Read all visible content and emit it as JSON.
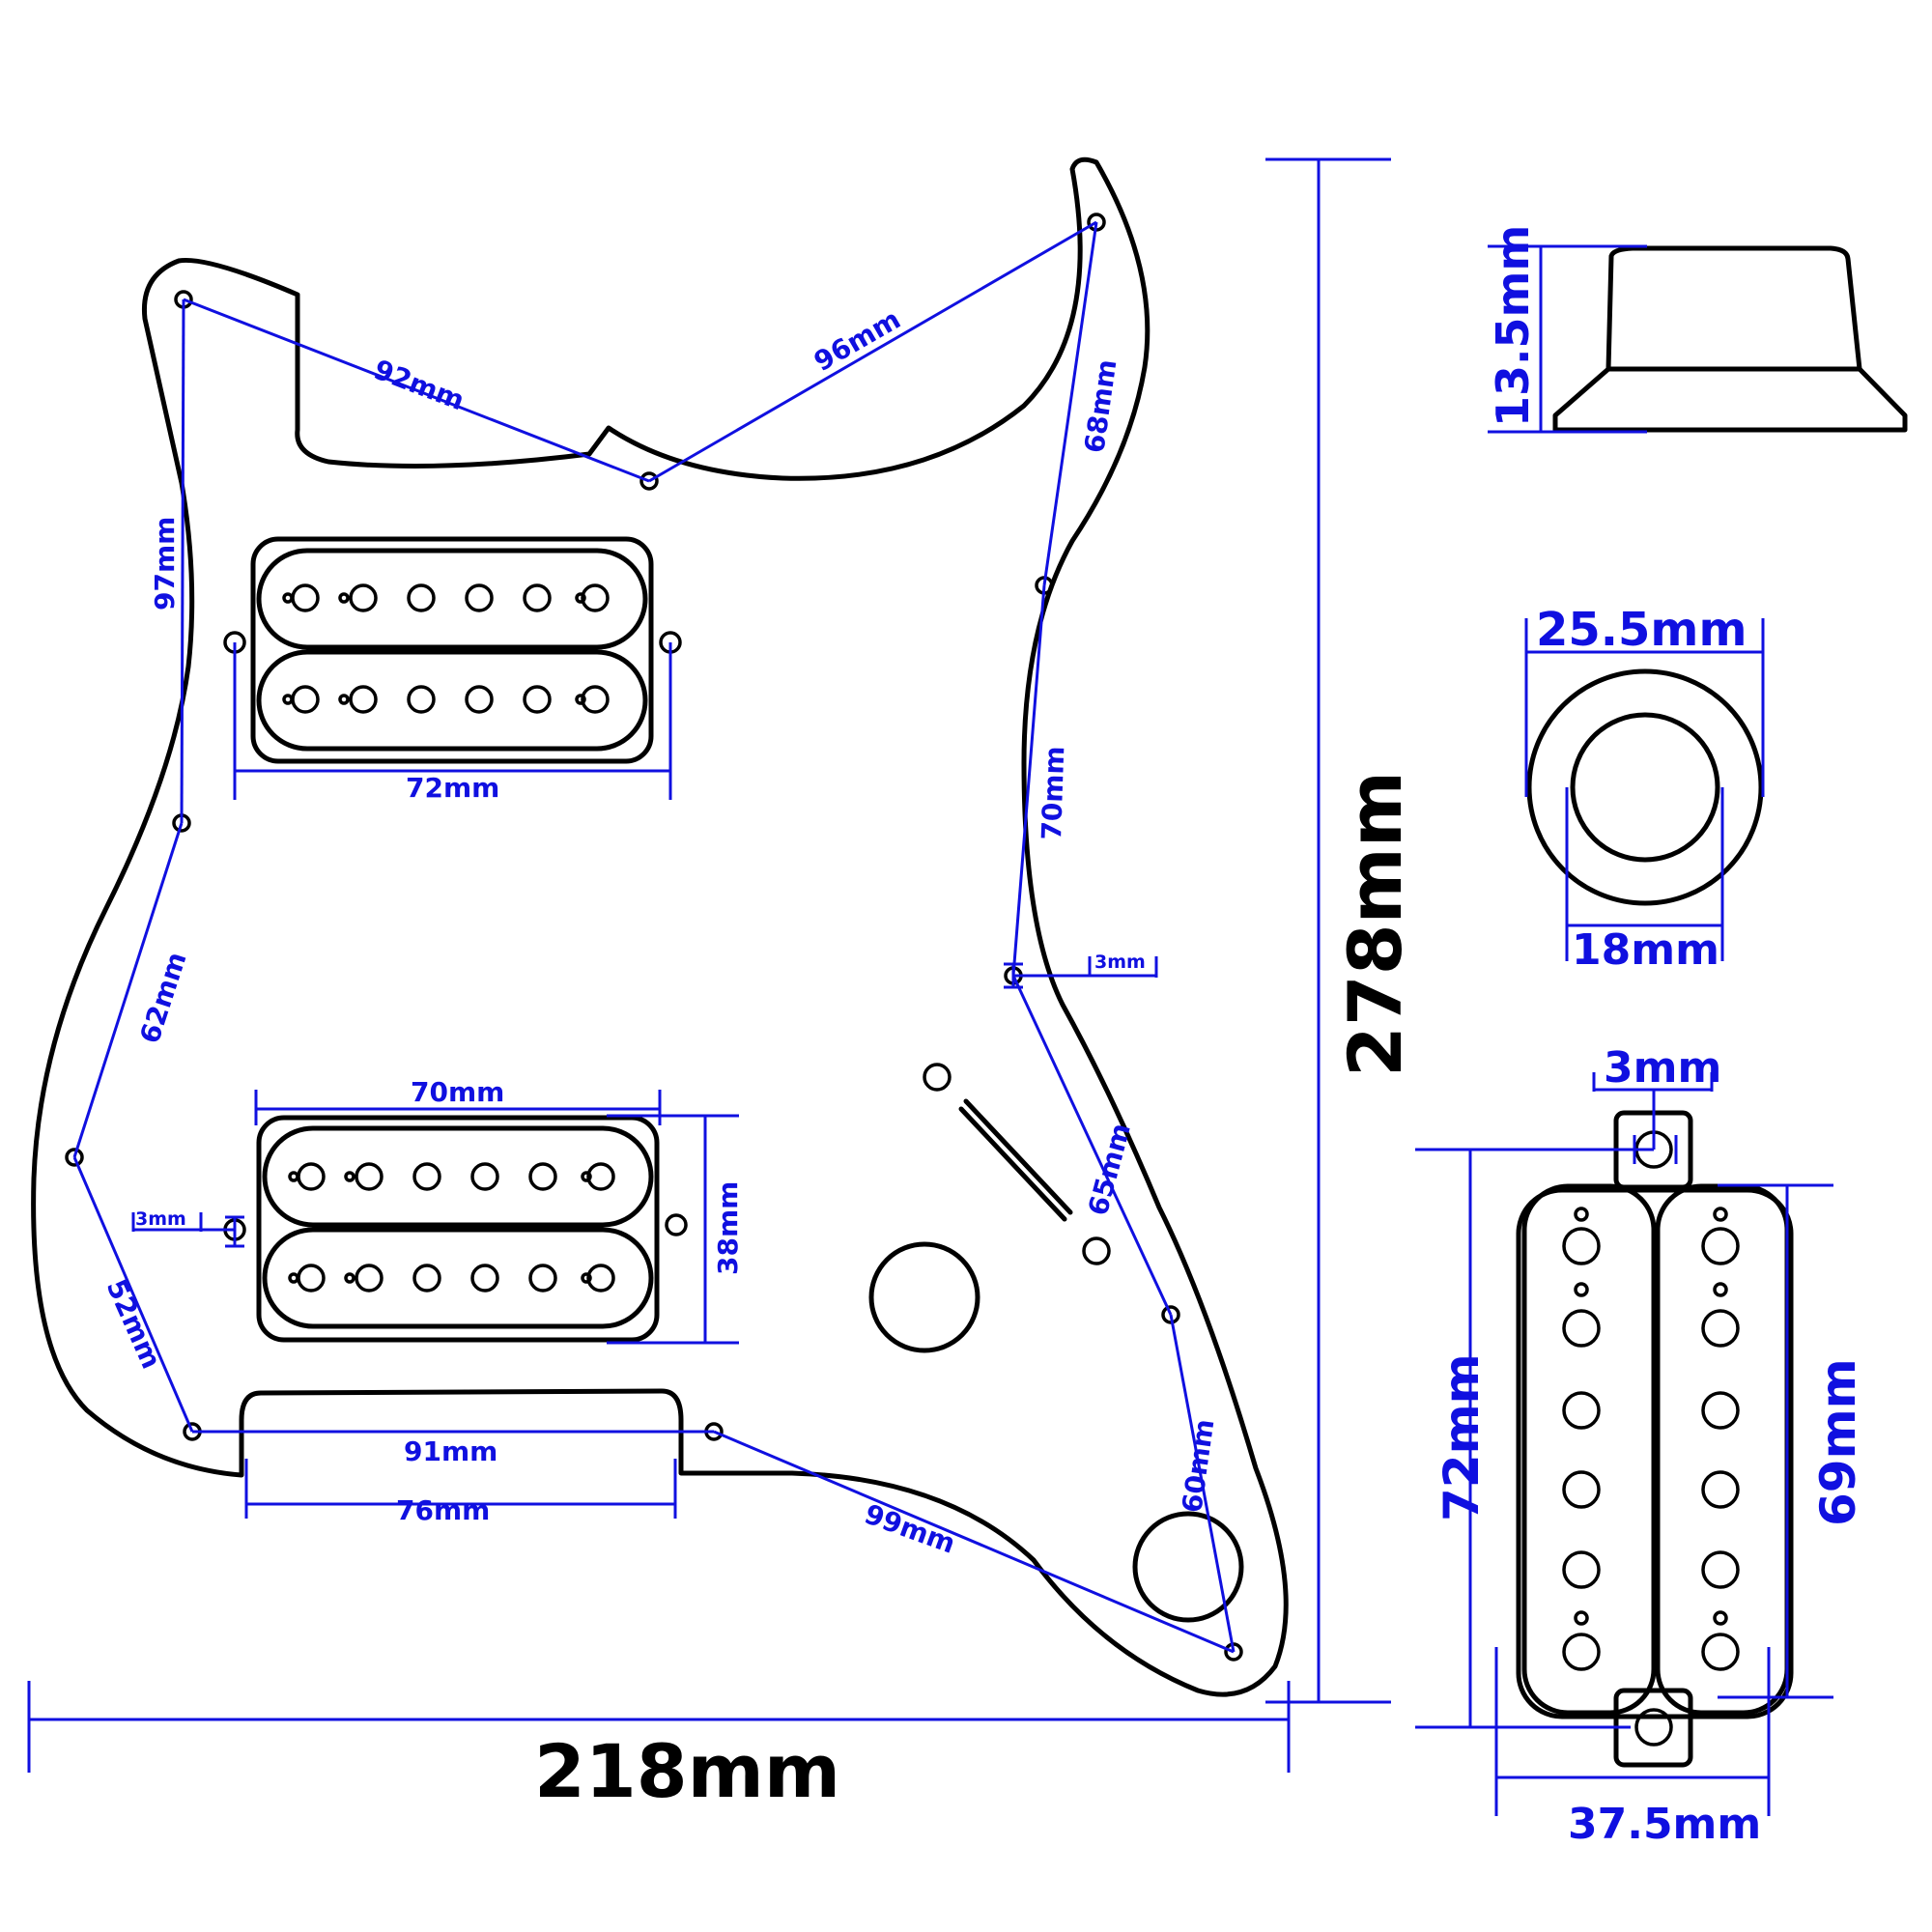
{
  "title": "HSH pickguard dimension drawing",
  "colors": {
    "outline": "#000000",
    "dimension": "#1010e0",
    "background": "#ffffff"
  },
  "overall": {
    "width": "218mm",
    "height": "278mm"
  },
  "pickguard_dims": {
    "hole_92": "92mm",
    "hole_96": "96mm",
    "hole_68": "68mm",
    "hole_97": "97mm",
    "hole_70_right": "70mm",
    "hole_3_right": "3mm",
    "hole_62": "62mm",
    "hole_65": "65mm",
    "hole_52": "52mm",
    "hole_60": "60mm",
    "hole_91": "91mm",
    "hole_99": "99mm",
    "cavity_76": "76mm",
    "neck_pickup_72": "72mm",
    "bridge_pickup_70": "70mm",
    "bridge_pickup_38": "38mm",
    "hole_3_left": "3mm"
  },
  "knob": {
    "height": "13.5mm",
    "outer_diameter": "25.5mm",
    "inner_diameter": "18mm"
  },
  "humbucker": {
    "tab_hole": "3mm",
    "length_with_tabs": "72mm",
    "length": "69mm",
    "width": "37.5mm"
  }
}
